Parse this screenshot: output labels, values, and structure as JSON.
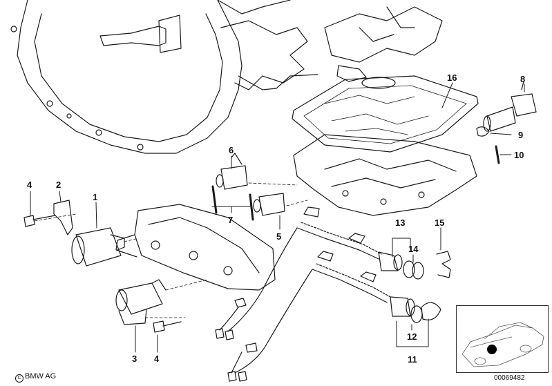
{
  "diagram": {
    "callouts": [
      "1",
      "2",
      "3",
      "4",
      "4",
      "5",
      "6",
      "7",
      "8",
      "9",
      "10",
      "11",
      "12",
      "13",
      "14",
      "15",
      "16"
    ]
  },
  "footer": {
    "brand_text": "BMW AG",
    "document_number": "00069482"
  },
  "icons": [
    "copyright-icon",
    "car-location-thumbnail-icon"
  ]
}
